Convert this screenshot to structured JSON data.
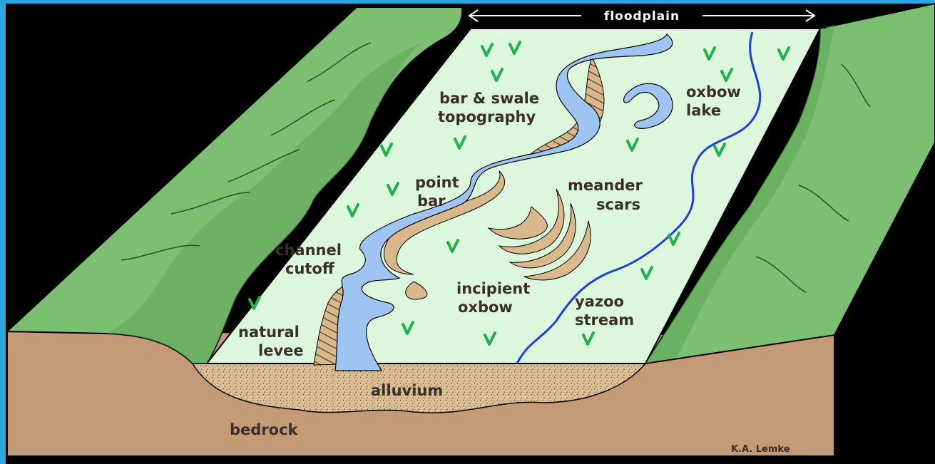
{
  "diagram": {
    "labels": {
      "floodplain": "floodplain",
      "bar_swale_1": "bar & swale",
      "bar_swale_2": "topography",
      "oxbow_lake_1": "oxbow",
      "oxbow_lake_2": "lake",
      "point_bar_1": "point",
      "point_bar_2": "bar",
      "meander_scars_1": "meander",
      "meander_scars_2": "scars",
      "channel_cutoff_1": "channel",
      "channel_cutoff_2": "cutoff",
      "incipient_oxbow_1": "incipient",
      "incipient_oxbow_2": "oxbow",
      "yazoo_stream_1": "yazoo",
      "yazoo_stream_2": "stream",
      "natural_levee_1": "natural",
      "natural_levee_2": "levee",
      "alluvium": "alluvium",
      "bedrock": "bedrock",
      "credit": "K.A. Lemke"
    },
    "colors": {
      "frame": "#29a8e0",
      "background": "#000000",
      "floodplain": "#dcf7dc",
      "bluffs": "#7cbf72",
      "bluff_dark": "#2e6b2a",
      "bedrock": "#c49a77",
      "alluvium": "#d8b98b",
      "river": "#9ec5f2",
      "yazoo": "#1e3fe0",
      "reeds": "#22b14c"
    }
  }
}
